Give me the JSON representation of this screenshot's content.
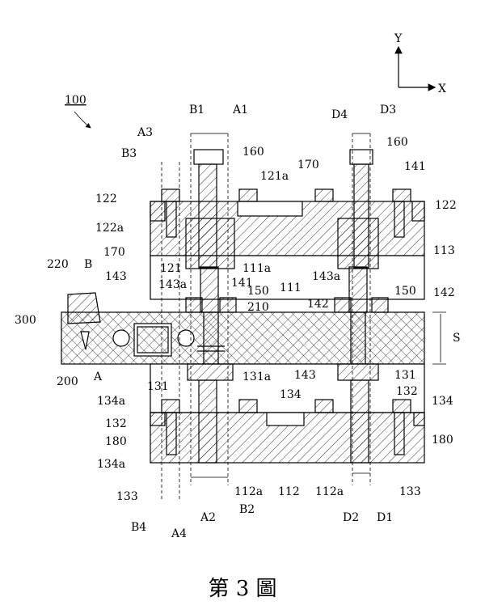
{
  "axes": {
    "y": "Y",
    "x": "X"
  },
  "assembly_ref": "100",
  "labels": {
    "B1": "B1",
    "A1": "A1",
    "D4": "D4",
    "D3": "D3",
    "A3": "A3",
    "B3": "B3",
    "l160a": "160",
    "l160b": "160",
    "l170a": "170",
    "l141a": "141",
    "l122a": "122",
    "l121a": "121a",
    "l122b": "122",
    "l220": "220",
    "lB": "B",
    "l122a2": "122a",
    "l170b": "170",
    "l113": "113",
    "l143a": "143",
    "l121": "121",
    "l111a": "111a",
    "l143a1": "143a",
    "l141b": "141",
    "l111": "111",
    "l143a2": "143a",
    "l150a": "150",
    "l150b": "150",
    "l300": "300",
    "l210": "210",
    "l142a": "142",
    "l142b": "142",
    "lS": "S",
    "lA": "A",
    "l200": "200",
    "l131a": "131",
    "l131a2": "131a",
    "l143b": "143",
    "l131b": "131",
    "l134a1": "134a",
    "l134a": "134",
    "l132a": "132",
    "l134b": "134",
    "l132b": "132",
    "l180a": "180",
    "l180b": "180",
    "l134a2": "134a",
    "l133a": "133",
    "l112a1": "112a",
    "l112": "112",
    "l112a2": "112a",
    "l133b": "133",
    "lB4": "B4",
    "lA4": "A4",
    "lA2": "A2",
    "lB2": "B2",
    "lD2": "D2",
    "lD1": "D1"
  },
  "caption": "第 3 圖"
}
